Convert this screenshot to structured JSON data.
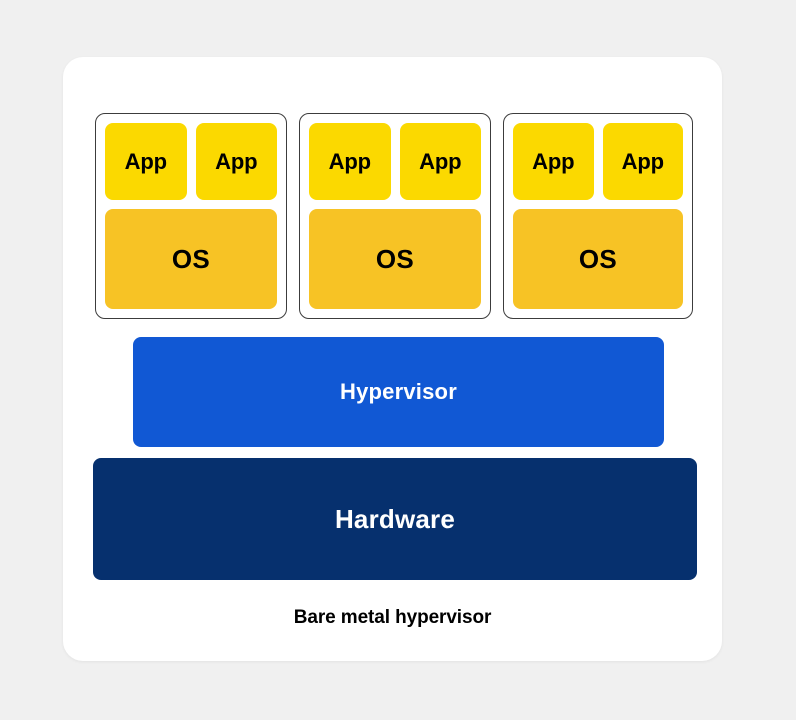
{
  "page": {
    "background_color": "#f0f0f0",
    "card_background": "#ffffff"
  },
  "diagram": {
    "title": "Bare metal hypervisor",
    "caption": "Bare metal hypervisor",
    "colors": {
      "app": "#fbd900",
      "os": "#f7c325",
      "hypervisor": "#1158d4",
      "hardware": "#06306e",
      "vm_border": "#3c3c3c",
      "text_dark": "#000000",
      "text_light": "#ffffff"
    },
    "vms": [
      {
        "name": "vm-1",
        "apps": [
          "App",
          "App"
        ],
        "os": "OS"
      },
      {
        "name": "vm-2",
        "apps": [
          "App",
          "App"
        ],
        "os": "OS"
      },
      {
        "name": "vm-3",
        "apps": [
          "App",
          "App"
        ],
        "os": "OS"
      }
    ],
    "layers": {
      "hypervisor": "Hypervisor",
      "hardware": "Hardware"
    }
  }
}
